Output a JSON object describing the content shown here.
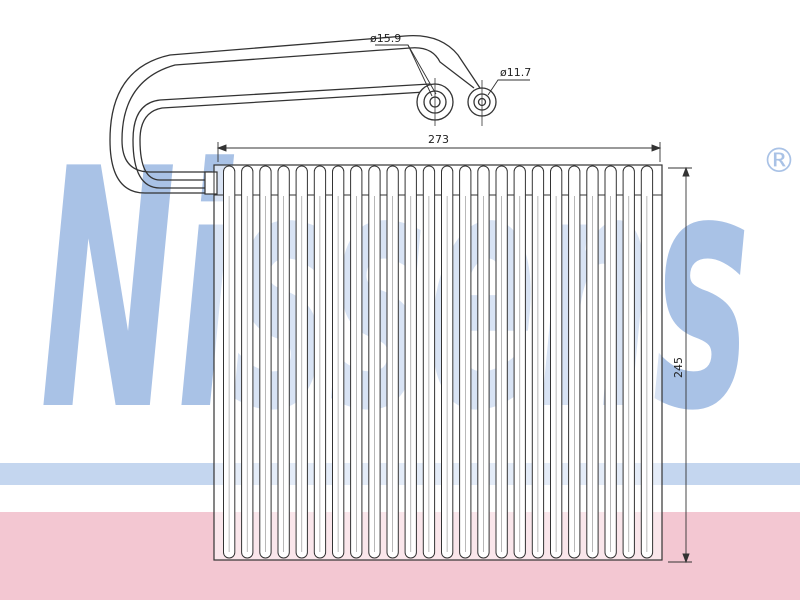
{
  "watermark": {
    "brand": "Nissens",
    "registered_mark": "®",
    "brand_color": "#a9c2e6",
    "stripe_blue": "#c4d6ef",
    "stripe_red": "#f3c7d2"
  },
  "drawing": {
    "line_color": "#333333",
    "fin_count": 24,
    "dimensions": {
      "inlet_diameter": "ø15.9",
      "outlet_diameter": "ø11.7",
      "width": "273",
      "height": "245"
    }
  }
}
